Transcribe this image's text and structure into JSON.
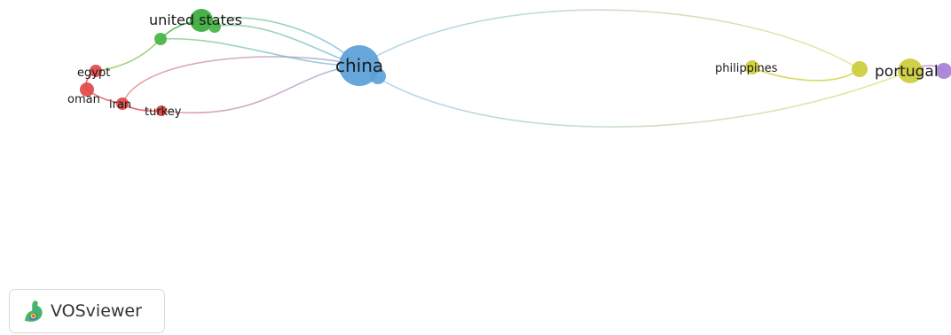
{
  "network": {
    "nodes": [
      {
        "id": "china",
        "label": "china",
        "color": "#5aa0d8"
      },
      {
        "id": "united_states",
        "label": "united states",
        "color": "#3aaa3a"
      },
      {
        "id": "us_a",
        "label": "",
        "color": "#46b446"
      },
      {
        "id": "us_b",
        "label": "",
        "color": "#46b446"
      },
      {
        "id": "egypt",
        "label": "egypt",
        "color": "#e04848"
      },
      {
        "id": "oman",
        "label": "oman",
        "color": "#e04848"
      },
      {
        "id": "iran",
        "label": "iran",
        "color": "#e04848"
      },
      {
        "id": "turkey",
        "label": "turkey",
        "color": "#d83c3c"
      },
      {
        "id": "philippines",
        "label": "philippines",
        "color": "#cccc3a"
      },
      {
        "id": "pt_a",
        "label": "",
        "color": "#cccc3a"
      },
      {
        "id": "portugal",
        "label": "portugal",
        "color": "#cccc3a"
      },
      {
        "id": "purple",
        "label": "",
        "color": "#a67fd6"
      }
    ],
    "edges": [
      {
        "from": "united_states",
        "to": "china"
      },
      {
        "from": "us_a",
        "to": "china"
      },
      {
        "from": "us_b",
        "to": "china"
      },
      {
        "from": "us_a",
        "to": "united_states"
      },
      {
        "from": "egypt",
        "to": "us_a"
      },
      {
        "from": "oman",
        "to": "egypt"
      },
      {
        "from": "oman",
        "to": "iran"
      },
      {
        "from": "iran",
        "to": "turkey"
      },
      {
        "from": "turkey",
        "to": "china"
      },
      {
        "from": "iran",
        "to": "china"
      },
      {
        "from": "china",
        "to": "portugal"
      },
      {
        "from": "china",
        "to": "pt_a"
      },
      {
        "from": "philippines",
        "to": "pt_a"
      },
      {
        "from": "portugal",
        "to": "purple"
      }
    ]
  },
  "branding": {
    "name": "VOSviewer"
  }
}
